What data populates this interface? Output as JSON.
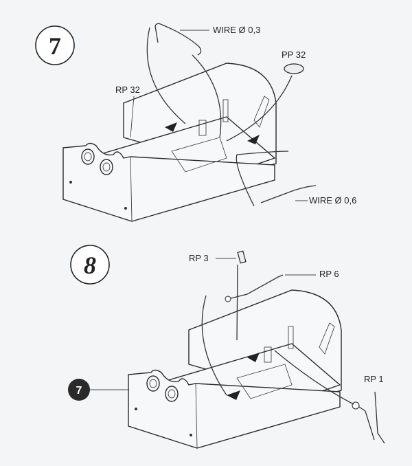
{
  "steps": [
    {
      "number": "7",
      "labels": {
        "wire_03": "WIRE Ø 0,3",
        "pp32": "PP 32",
        "rp32": "RP 32",
        "wire_06": "WIRE Ø 0,6"
      }
    },
    {
      "number": "8",
      "reference_step": "7",
      "labels": {
        "rp3": "RP 3",
        "rp6": "RP 6",
        "rp1": "RP 1"
      }
    }
  ]
}
